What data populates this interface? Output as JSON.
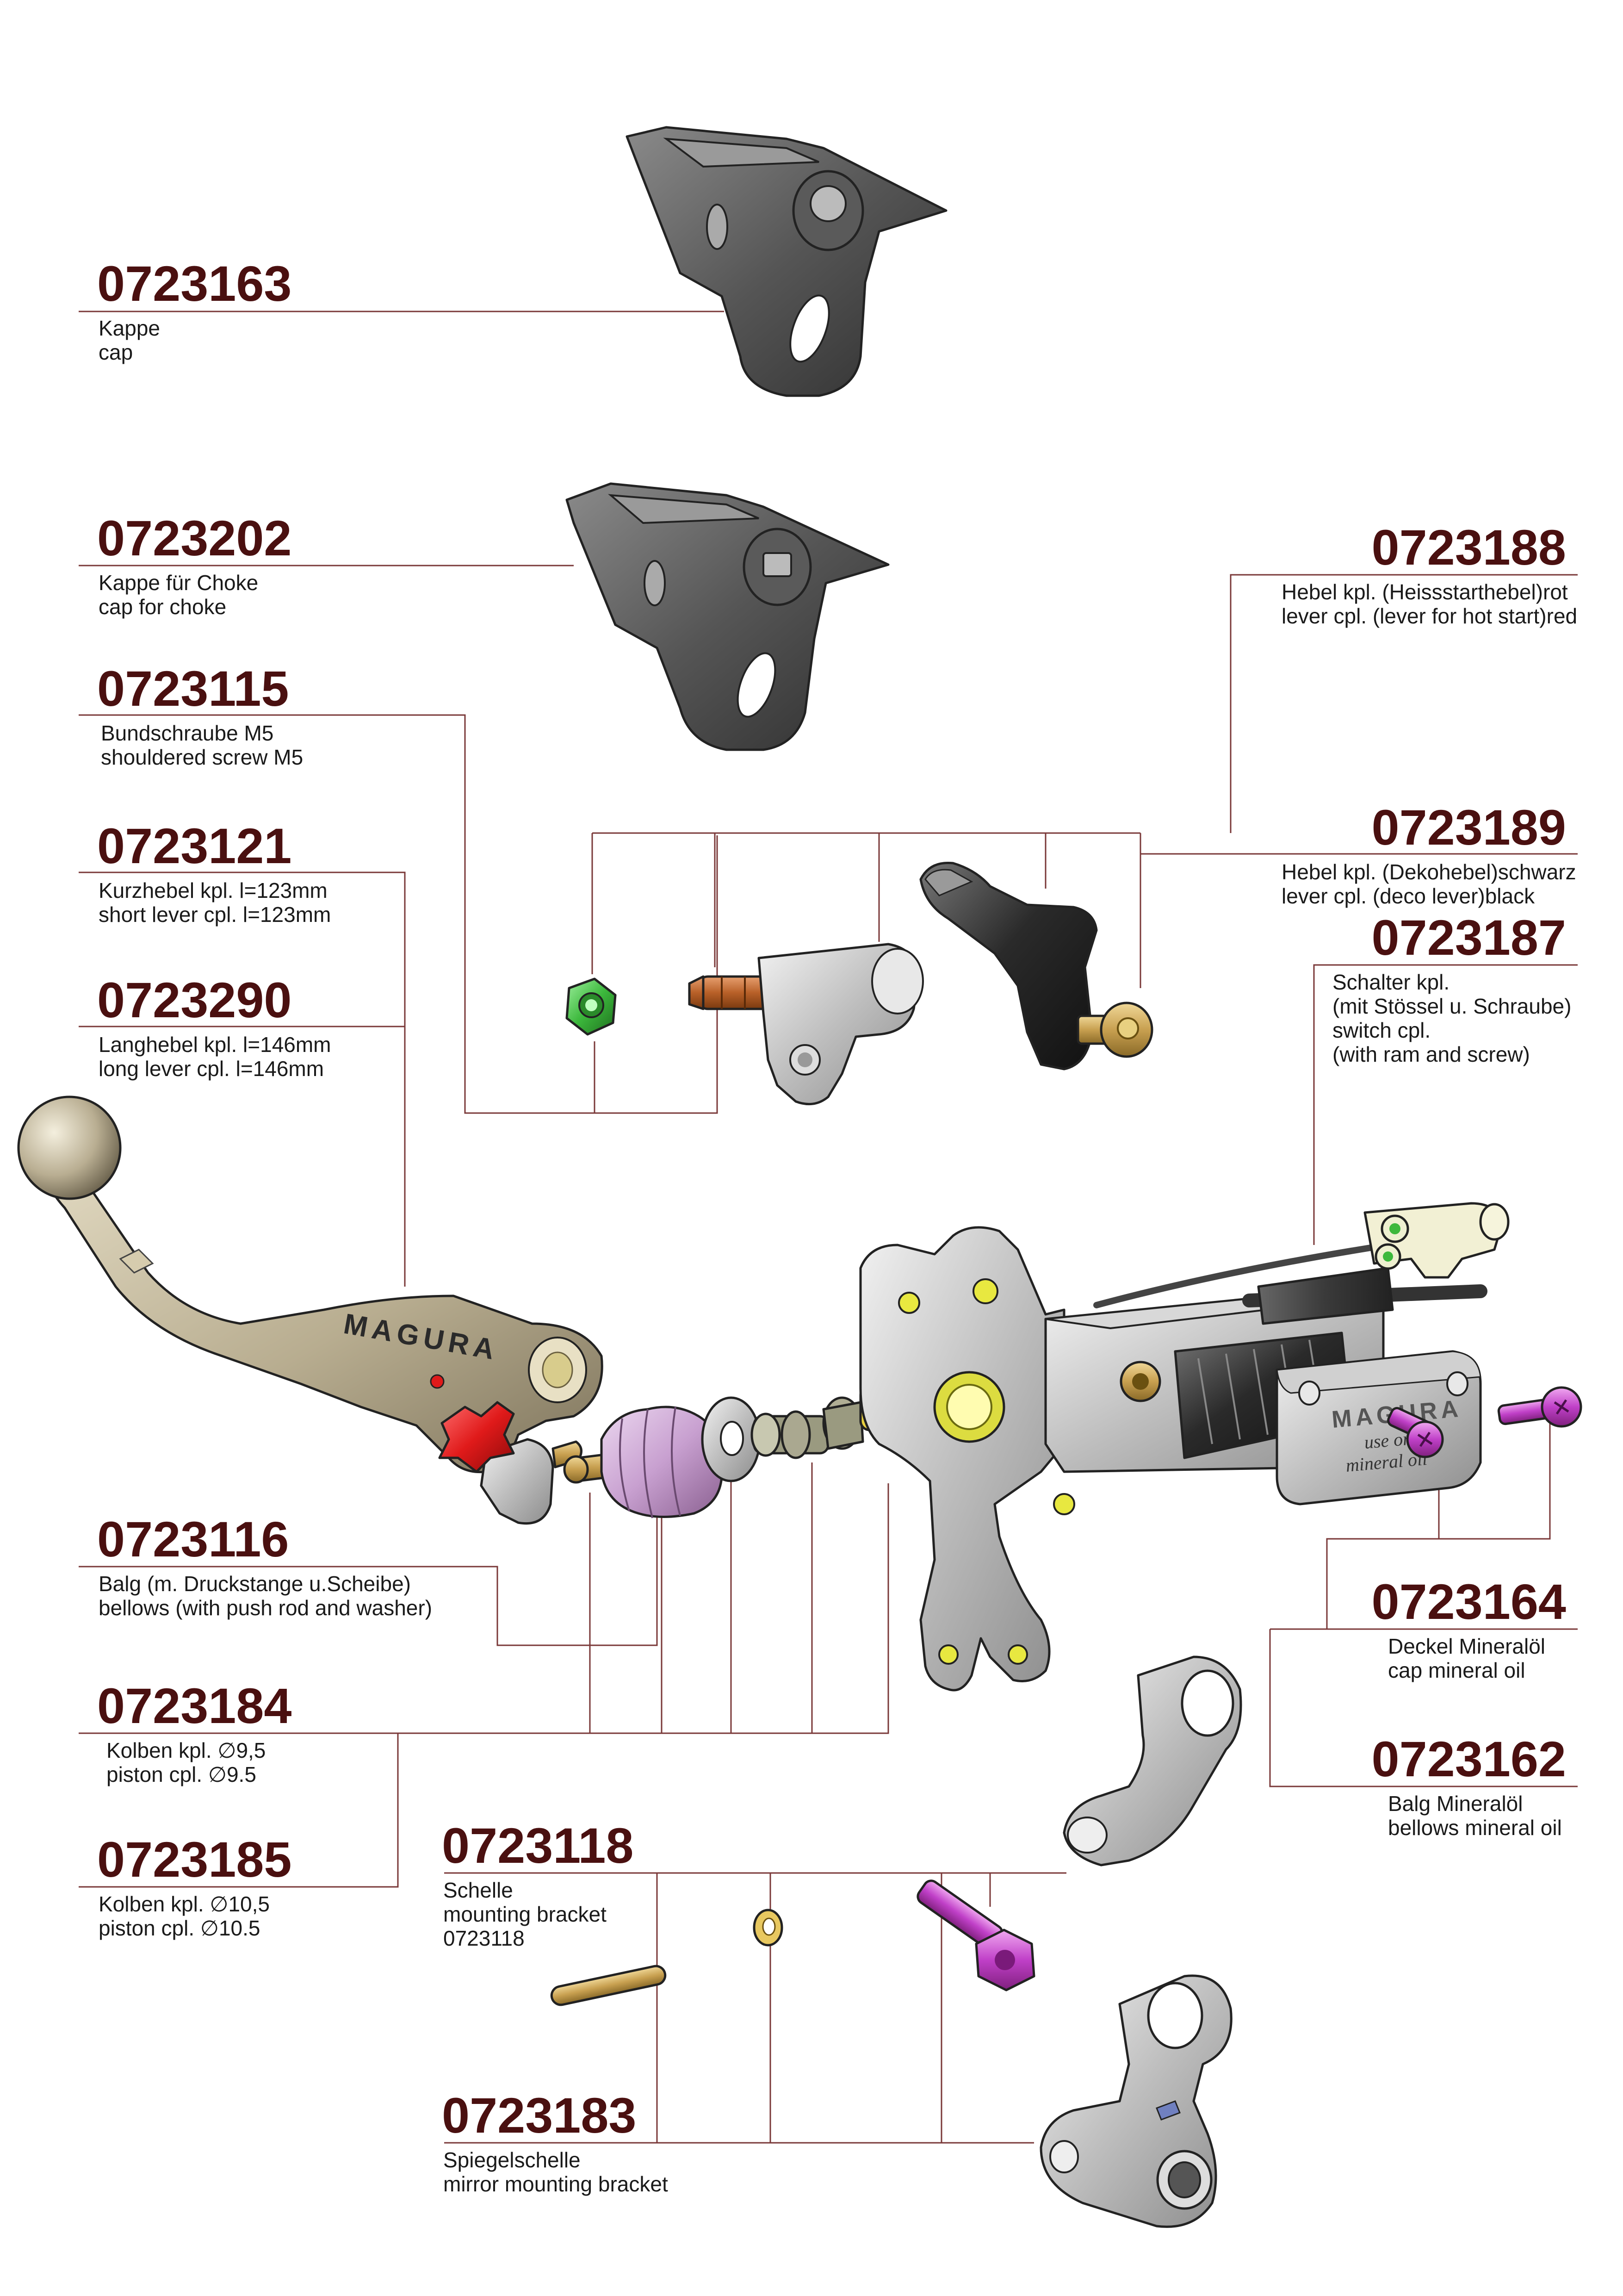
{
  "parts": [
    {
      "id": "p0723163",
      "number": "0723163",
      "lines": [
        "Kappe",
        "cap"
      ]
    },
    {
      "id": "p0723202",
      "number": "0723202",
      "lines": [
        "Kappe für Choke",
        "cap for choke"
      ]
    },
    {
      "id": "p0723115",
      "number": "0723115",
      "lines": [
        "Bundschraube M5",
        "shouldered screw M5"
      ]
    },
    {
      "id": "p0723121",
      "number": "0723121",
      "lines": [
        "Kurzhebel kpl. l=123mm",
        "short lever cpl. l=123mm"
      ]
    },
    {
      "id": "p0723290",
      "number": "0723290",
      "lines": [
        "Langhebel kpl. l=146mm",
        "long lever cpl. l=146mm"
      ]
    },
    {
      "id": "p0723188",
      "number": "0723188",
      "lines": [
        "Hebel kpl. (Heissstarthebel)rot",
        "lever cpl. (lever for hot start)red"
      ]
    },
    {
      "id": "p0723189",
      "number": "0723189",
      "lines": [
        "Hebel kpl. (Dekohebel)schwarz",
        "lever cpl. (deco lever)black"
      ]
    },
    {
      "id": "p0723187",
      "number": "0723187",
      "lines": [
        "Schalter kpl.",
        "(mit Stössel u. Schraube)",
        "switch cpl.",
        "(with ram and screw)"
      ]
    },
    {
      "id": "p0723116",
      "number": "0723116",
      "lines": [
        "Balg (m. Druckstange u.Scheibe)",
        "bellows (with push rod and washer)"
      ]
    },
    {
      "id": "p0723184",
      "number": "0723184",
      "lines": [
        "Kolben kpl.  ∅9,5",
        "piston cpl.  ∅9.5"
      ]
    },
    {
      "id": "p0723185",
      "number": "0723185",
      "lines": [
        "Kolben kpl.  ∅10,5",
        "piston cpl.  ∅10.5"
      ]
    },
    {
      "id": "p0723164",
      "number": "0723164",
      "lines": [
        "Deckel Mineralöl",
        "cap mineral oil"
      ]
    },
    {
      "id": "p0723162",
      "number": "0723162",
      "lines": [
        "Balg Mineralöl",
        "bellows mineral oil"
      ]
    },
    {
      "id": "p0723118",
      "number": "0723118",
      "lines": [
        "Schelle",
        "mounting bracket",
        "0723118"
      ]
    },
    {
      "id": "p0723183",
      "number": "0723183",
      "lines": [
        "Spiegelschelle",
        "mirror mounting bracket"
      ]
    }
  ],
  "markings": {
    "lever_brand": "MAGURA",
    "cover_brand": "MAGURA",
    "cover_text_1": "use only",
    "cover_text_2": "mineral oil"
  },
  "colors": {
    "label_number": "#4a1010",
    "leader_line": "#7a3838",
    "hot_start_lever": "#e01a1a",
    "screw_purple": "#c040c8",
    "nut_green": "#3cb83c",
    "pin_brass": "#c8a050",
    "bellows_lilac": "#c8a0d0",
    "lever_gold": "#b8ad90",
    "spring_yellow": "#e8d040"
  }
}
